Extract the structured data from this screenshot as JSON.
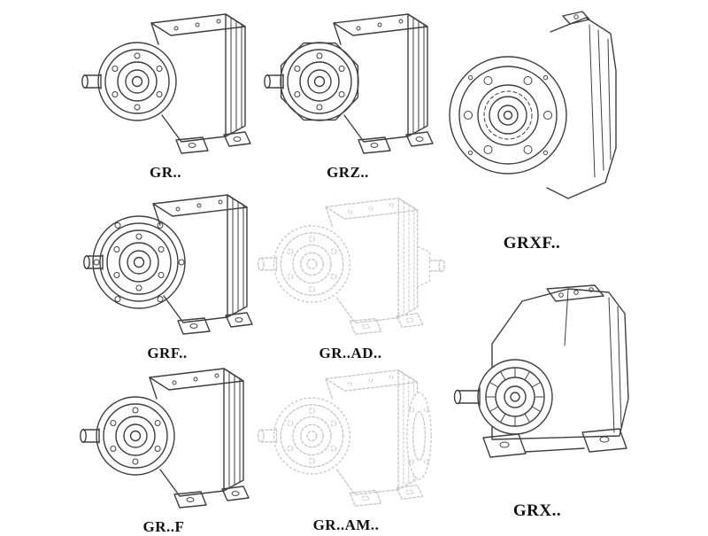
{
  "page": {
    "background": "#ffffff",
    "line_color": "#3f3f3f",
    "phantom_line_color": "#c8c8c8",
    "label_color": "#111111"
  },
  "items": [
    {
      "id": "gr",
      "label": "GR..",
      "style": "solid"
    },
    {
      "id": "grz",
      "label": "GRZ..",
      "style": "solid"
    },
    {
      "id": "grxf",
      "label": "GRXF..",
      "style": "solid"
    },
    {
      "id": "grf",
      "label": "GRF..",
      "style": "solid"
    },
    {
      "id": "gr-ad",
      "label": "GR..AD..",
      "style": "phantom"
    },
    {
      "id": "gr-f",
      "label": "GR..F",
      "style": "solid"
    },
    {
      "id": "gr-am",
      "label": "GR..AM..",
      "style": "phantom"
    },
    {
      "id": "grx",
      "label": "GRX..",
      "style": "solid"
    }
  ]
}
